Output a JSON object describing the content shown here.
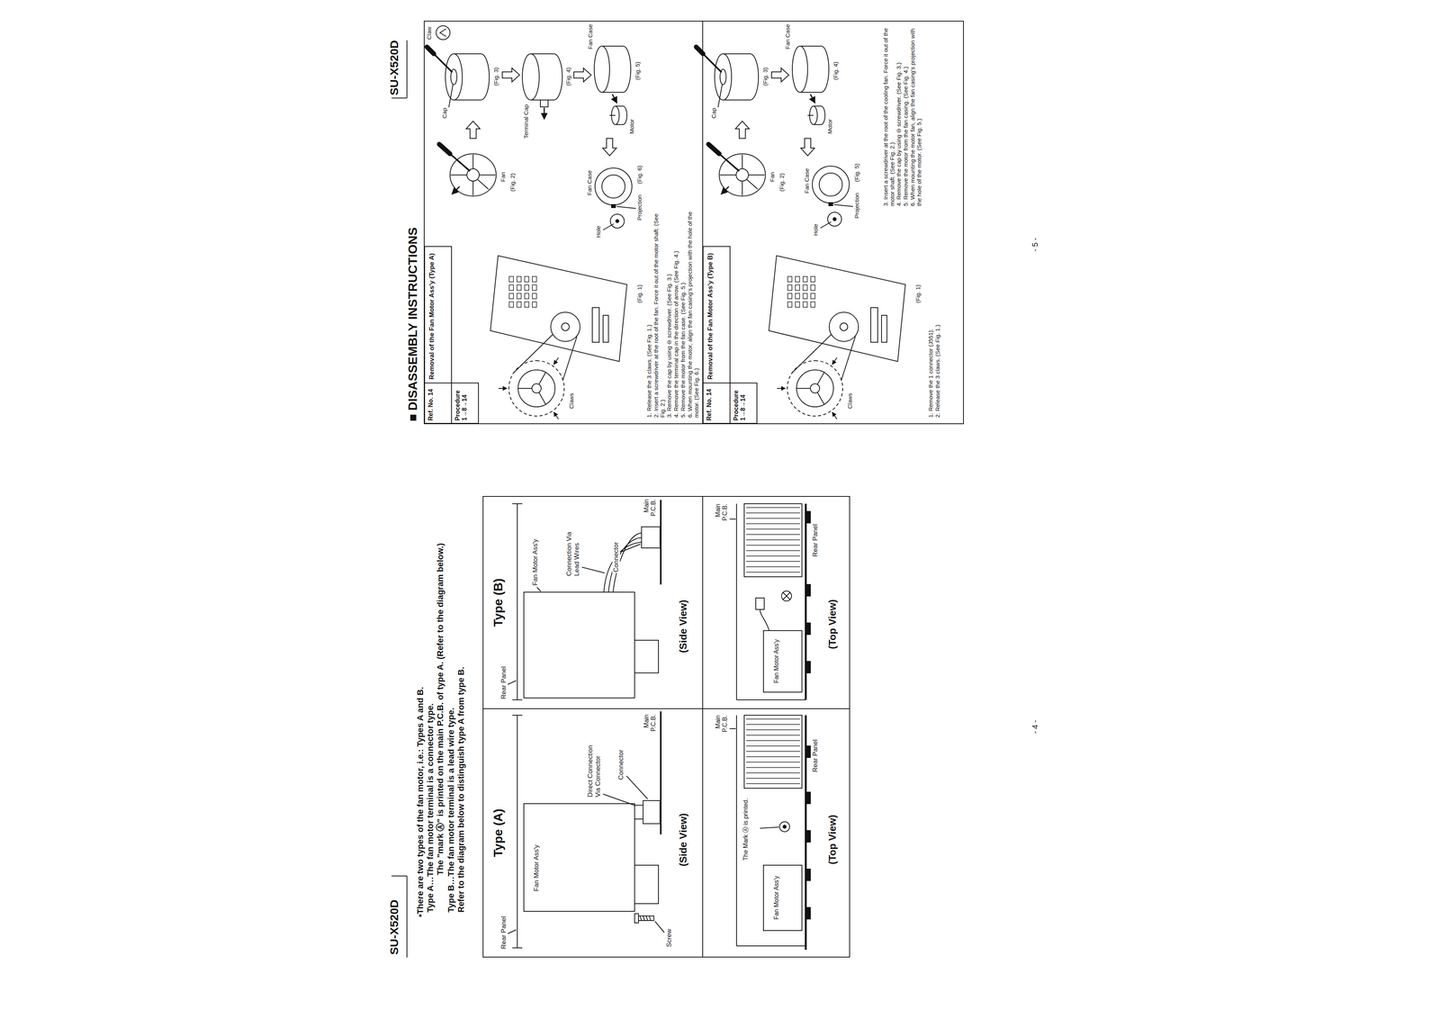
{
  "diagram": {
    "nodes": [
      {
        "text": [
          "Type (A)"
        ]
      },
      {
        "text": [
          "Type (B)"
        ]
      },
      {
        "text": [
          "Ref. No. 14"
        ]
      },
      {
        "text": [
          "Procedure 1→8→14"
        ]
      },
      {
        "text": [
          "Removal of the Fan Motor Ass'y (Type A)"
        ]
      },
      {
        "text": [
          "Ref. No. 14"
        ]
      },
      {
        "text": [
          "Procedure 1→8→14"
        ]
      },
      {
        "text": [
          "Removal of the Fan Motor Ass'y (Type B)"
        ]
      }
    ],
    "labels": [
      "SU-X520D",
      "•There are two types of the fan motor, i.e.: Types A and B.",
      "Type A…The fan motor terminal is a connector type.",
      "The \"mark Ⓐ\" is printed on the main P.C.B. of type A. (Refer to the diagram below.)",
      "Type B…The fan motor terminal is a lead wire type.",
      "Refer to the diagram below to distinguish type A from type B.",
      "Rear Panel",
      "Fan Motor Ass'y",
      "Direct Connection Via Connector",
      "Connector",
      "Main P.C.B.",
      "Screw",
      "(Side View)",
      "Main P.C.B.",
      "The Mark Ⓐ is printed.",
      "Fan Motor Ass'y",
      "Rear Panel",
      "(Top View)",
      "Rear Panel",
      "Fan Motor Ass'y",
      "Connection Via Lead Wires",
      "Connector",
      "Main P.C.B.",
      "(Side View)",
      "Main P.C.B.",
      "Fan Motor Ass'y",
      "Rear Panel",
      "(Top View)",
      "- 4 -",
      "SU-X520D",
      "■ DISASSEMBLY INSTRUCTIONS",
      "Claws",
      "(Fig. 1)",
      "Fan",
      "(Fig. 2)",
      "Claw",
      "Cap",
      "(Fig. 3)",
      "Terminal Cap",
      "(Fig. 4)",
      "Fan Case",
      "Motor",
      "(Fig. 5)",
      "Fan Case",
      "Hole",
      "Projection",
      "(Fig. 6)",
      "1. Release the 3 claws. (See Fig. 1.)",
      "2. Insert a screwdriver at the root of the fan. Force it out of the motor shaft. (See Fig. 2.)",
      "3. Remove the cap by using ⊖ screwdriver. (See Fig. 3.)",
      "4. Remove the terminal cap in the direction of arrow. (See Fig. 4.)",
      "5. Remove the motor from the fan case. (See Fig. 5.)",
      "6. When mounting the motor, align the fan casing's projection with the hole of the motor. (See Fig. 6.)",
      "Claws",
      "(Fig. 1)",
      "1. Remove the 1 connector (J551).",
      "2. Release the 3 claws. (See Fig. 1.)",
      "Fan",
      "(Fig. 2)",
      "Cap",
      "(Fig. 3)",
      "Fan Case",
      "Motor",
      "(Fig. 4)",
      "Hole",
      "Fan Case",
      "Projection",
      "(Fig. 5)",
      "3. Insert a screwdriver at the root of the cooling fan. Force it out of the motor shaft. (See Fig. 2.)",
      "4. Remove the cap by using ⊖ screwdriver. (See Fig. 3.)",
      "5. Remove the motor from the fan casing. (See Fig. 4.)",
      "6. When mounting the motor fan, align the fan casing's projection with the hole of the motor. (See Fig. 5.)",
      "- 5 -"
    ]
  }
}
